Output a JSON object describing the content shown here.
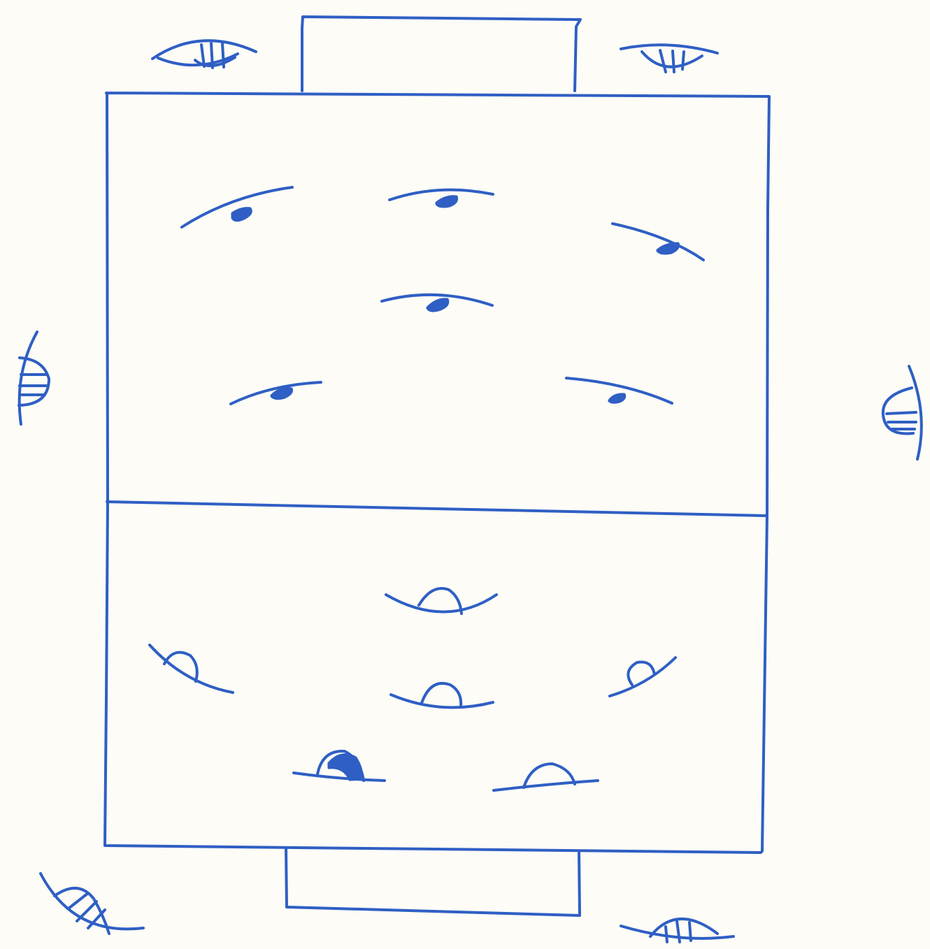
{
  "diagram": {
    "kind": "hand-drawn field sketch with eye symbols",
    "ink_color": "#2f5fc4",
    "paper_color": "#fdfcf7",
    "elements": {
      "field": "playing-field-outline",
      "halfway": "halfway-line",
      "goals": [
        "goal-top",
        "goal-bottom"
      ],
      "corner_eyes": [
        "eye-icon",
        "eye-icon",
        "eye-icon",
        "eye-icon"
      ],
      "side_eyes": [
        "eye-icon",
        "eye-icon"
      ],
      "upper_half_marks": 6,
      "lower_half_marks": 6
    }
  }
}
